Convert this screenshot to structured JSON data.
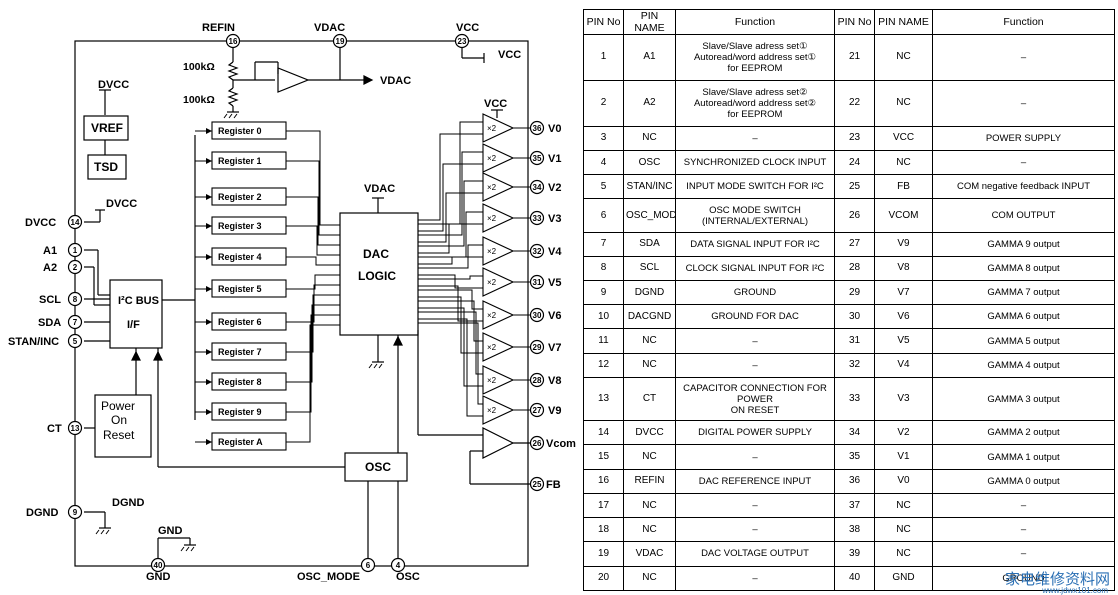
{
  "pin_labels": {
    "refin": "REFIN",
    "vdac_top": "VDAC",
    "vcc_top": "VCC",
    "vcc_right": "VCC",
    "vdac_out": "VDAC",
    "res1": "100kΩ",
    "res2": "100kΩ",
    "dvcc_top": "DVCC",
    "vref": "VREF",
    "tsd": "TSD",
    "dvcc_pin": "DVCC",
    "dvcc_sup": "DVCC",
    "a1": "A1",
    "a2": "A2",
    "scl": "SCL",
    "sda": "SDA",
    "stan": "STAN/INC",
    "ct": "CT",
    "dgnd_pin": "DGND",
    "dgnd_sup": "DGND",
    "gnd_sup": "GND",
    "gnd_pin": "GND",
    "osc_mode": "OSC_MODE",
    "osc_pin": "OSC",
    "vcc_amp": "VCC",
    "vdac_dac": "VDAC",
    "vcom": "Vcom",
    "fb": "FB",
    "i2c_line1": "I²C BUS",
    "i2c_line2": "I/F",
    "por_line1": "Power",
    "por_line2": "On",
    "por_line3": "Reset",
    "dac_line1": "DAC",
    "dac_line2": "LOGIC",
    "osc_block": "OSC",
    "gain": "×2"
  },
  "pin_numbers": {
    "refin": "16",
    "vdac": "19",
    "vcc": "23",
    "dvcc": "14",
    "a1": "1",
    "a2": "2",
    "scl": "8",
    "sda": "7",
    "stan": "5",
    "ct": "13",
    "dgnd": "9",
    "gnd": "40",
    "osc_mode": "6",
    "osc": "4",
    "vcom": "26",
    "fb": "25"
  },
  "registers": [
    "Register 0",
    "Register 1",
    "Register 2",
    "Register 3",
    "Register 4",
    "Register 5",
    "Register 6",
    "Register 7",
    "Register 8",
    "Register 9",
    "Register A"
  ],
  "outputs": [
    {
      "pin": "36",
      "label": "V0"
    },
    {
      "pin": "35",
      "label": "V1"
    },
    {
      "pin": "34",
      "label": "V2"
    },
    {
      "pin": "33",
      "label": "V3"
    },
    {
      "pin": "32",
      "label": "V4"
    },
    {
      "pin": "31",
      "label": "V5"
    },
    {
      "pin": "30",
      "label": "V6"
    },
    {
      "pin": "29",
      "label": "V7"
    },
    {
      "pin": "28",
      "label": "V8"
    },
    {
      "pin": "27",
      "label": "V9"
    }
  ],
  "table": {
    "headers": [
      "PIN No",
      "PIN NAME",
      "Function",
      "PIN No",
      "PIN NAME",
      "Function"
    ],
    "rows": [
      {
        "n1": "1",
        "p1": "A1",
        "f1": "Slave/Slave adress set①\nAutoread/word address set①\nfor EEPROM",
        "n2": "21",
        "p2": "NC",
        "f2": "–"
      },
      {
        "n1": "2",
        "p1": "A2",
        "f1": "Slave/Slave adress set②\nAutoread/word address set②\nfor EEPROM",
        "n2": "22",
        "p2": "NC",
        "f2": "–"
      },
      {
        "n1": "3",
        "p1": "NC",
        "f1": "–",
        "n2": "23",
        "p2": "VCC",
        "f2": "POWER SUPPLY"
      },
      {
        "n1": "4",
        "p1": "OSC",
        "f1": "SYNCHRONIZED CLOCK INPUT",
        "n2": "24",
        "p2": "NC",
        "f2": "–"
      },
      {
        "n1": "5",
        "p1": "STAN/INC",
        "f1": "INPUT MODE SWITCH FOR I²C",
        "n2": "25",
        "p2": "FB",
        "f2": "COM negative feedback INPUT"
      },
      {
        "n1": "6",
        "p1": "OSC_MODE",
        "f1": "OSC MODE SWITCH\n(INTERNAL/EXTERNAL)",
        "n2": "26",
        "p2": "VCOM",
        "f2": "COM OUTPUT"
      },
      {
        "n1": "7",
        "p1": "SDA",
        "f1": "DATA SIGNAL INPUT FOR I²C",
        "n2": "27",
        "p2": "V9",
        "f2": "GAMMA 9 output"
      },
      {
        "n1": "8",
        "p1": "SCL",
        "f1": "CLOCK SIGNAL INPUT FOR I²C",
        "n2": "28",
        "p2": "V8",
        "f2": "GAMMA 8 output"
      },
      {
        "n1": "9",
        "p1": "DGND",
        "f1": "GROUND",
        "n2": "29",
        "p2": "V7",
        "f2": "GAMMA 7 output"
      },
      {
        "n1": "10",
        "p1": "DACGND",
        "f1": "GROUND FOR DAC",
        "n2": "30",
        "p2": "V6",
        "f2": "GAMMA 6 output"
      },
      {
        "n1": "11",
        "p1": "NC",
        "f1": "–",
        "n2": "31",
        "p2": "V5",
        "f2": "GAMMA 5 output"
      },
      {
        "n1": "12",
        "p1": "NC",
        "f1": "–",
        "n2": "32",
        "p2": "V4",
        "f2": "GAMMA 4 output"
      },
      {
        "n1": "13",
        "p1": "CT",
        "f1": "CAPACITOR CONNECTION FOR POWER\nON RESET",
        "n2": "33",
        "p2": "V3",
        "f2": "GAMMA 3 output"
      },
      {
        "n1": "14",
        "p1": "DVCC",
        "f1": "DIGITAL POWER SUPPLY",
        "n2": "34",
        "p2": "V2",
        "f2": "GAMMA 2 output"
      },
      {
        "n1": "15",
        "p1": "NC",
        "f1": "–",
        "n2": "35",
        "p2": "V1",
        "f2": "GAMMA 1 output"
      },
      {
        "n1": "16",
        "p1": "REFIN",
        "f1": "DAC REFERENCE INPUT",
        "n2": "36",
        "p2": "V0",
        "f2": "GAMMA 0 output"
      },
      {
        "n1": "17",
        "p1": "NC",
        "f1": "–",
        "n2": "37",
        "p2": "NC",
        "f2": "–"
      },
      {
        "n1": "18",
        "p1": "NC",
        "f1": "–",
        "n2": "38",
        "p2": "NC",
        "f2": "–"
      },
      {
        "n1": "19",
        "p1": "VDAC",
        "f1": "DAC VOLTAGE OUTPUT",
        "n2": "39",
        "p2": "NC",
        "f2": "–"
      },
      {
        "n1": "20",
        "p1": "NC",
        "f1": "–",
        "n2": "40",
        "p2": "GND",
        "f2": "GROUND"
      }
    ]
  },
  "watermark": {
    "main": "家电维修资料网",
    "sub": "www.jdwx101.com"
  }
}
